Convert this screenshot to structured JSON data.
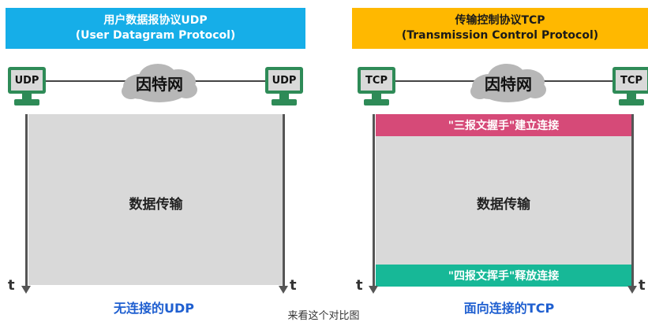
{
  "udp": {
    "title": "用户数据报协议UDP",
    "subtitle": "(User Datagram Protocol)",
    "host_left": "UDP",
    "host_right": "UDP",
    "network": "因特网",
    "body": "数据传输",
    "time_left": "t",
    "time_right": "t",
    "caption": "无连接的UDP"
  },
  "tcp": {
    "title": "传输控制协议TCP",
    "subtitle": "(Transmission Control Protocol)",
    "host_left": "TCP",
    "host_right": "TCP",
    "network": "因特网",
    "handshake": "\"三报文握手\"建立连接",
    "body": "数据传输",
    "wave": "\"四报文挥手\"释放连接",
    "time_left": "t",
    "time_right": "t",
    "caption": "面向连接的TCP"
  },
  "overlay_subtitle": "来看这个对比图",
  "colors": {
    "udp_banner": "#16aee8",
    "tcp_banner": "#ffb800",
    "computer": "#2e8b57",
    "handshake_bar": "#d64a78",
    "wave_bar": "#17b897",
    "caption": "#1f5fd0"
  }
}
